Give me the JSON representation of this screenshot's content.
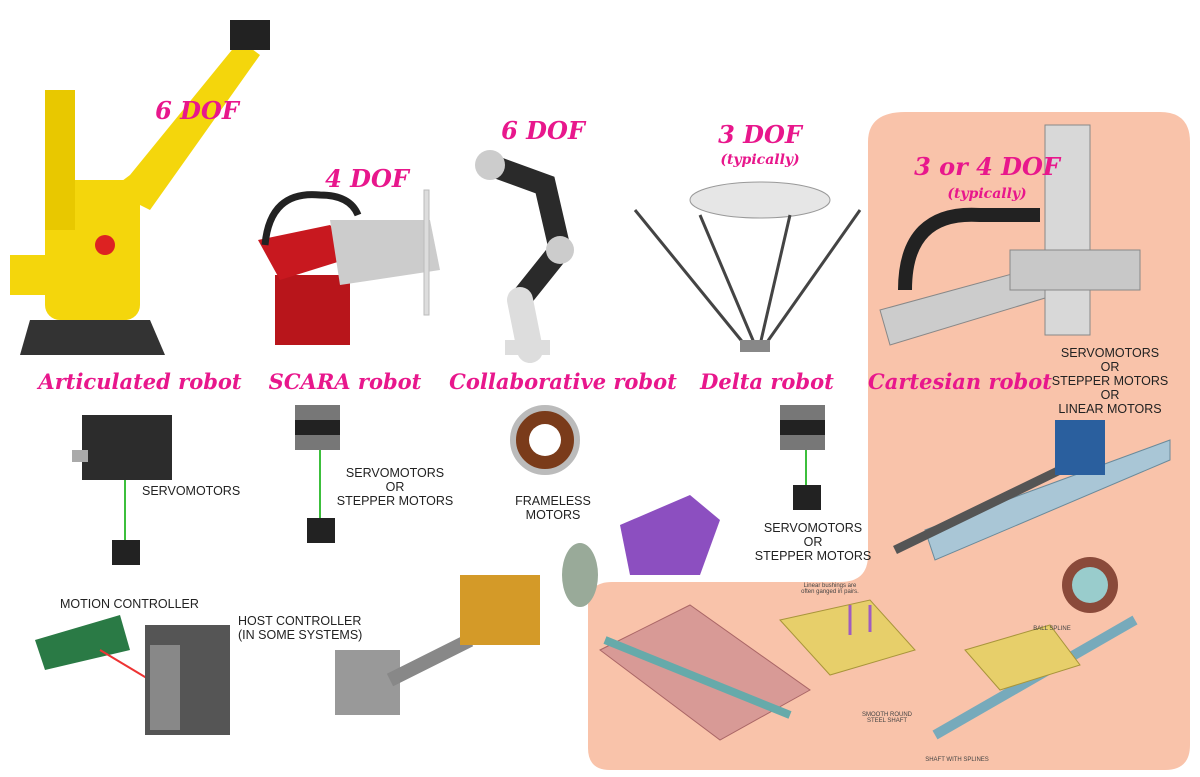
{
  "colors": {
    "accent": "#e8178c",
    "cartesian_region": "#f9c3aa",
    "wire": "#3cbf3c"
  },
  "robots": [
    {
      "name": "Articulated robot",
      "dof": "6 DOF",
      "dof_note": "",
      "motors": [
        "SERVOMOTORS"
      ]
    },
    {
      "name": "SCARA robot",
      "dof": "4 DOF",
      "dof_note": "",
      "motors": [
        "SERVOMOTORS",
        "OR",
        "STEPPER MOTORS"
      ]
    },
    {
      "name": "Collaborative robot",
      "dof": "6 DOF",
      "dof_note": "",
      "motors": [
        "FRAMELESS",
        "MOTORS"
      ]
    },
    {
      "name": "Delta robot",
      "dof": "3 DOF",
      "dof_note": "(typically)",
      "motors": [
        "SERVOMOTORS",
        "OR",
        "STEPPER MOTORS"
      ]
    },
    {
      "name": "Cartesian robot",
      "dof": "3 or 4 DOF",
      "dof_note": "(typically)",
      "motors": [
        "SERVOMOTORS",
        "OR",
        "STEPPER MOTORS",
        "OR",
        "LINEAR MOTORS"
      ]
    }
  ],
  "controllers": {
    "motion": "MOTION CONTROLLER",
    "host": [
      "HOST CONTROLLER",
      "(IN SOME SYSTEMS)"
    ]
  },
  "linear_components": {
    "bushing_note": [
      "Linear bushings are",
      "often ganged in pairs."
    ],
    "ball_spline": "BALL SPLINE",
    "smooth_shaft": [
      "SMOOTH ROUND",
      "STEEL SHAFT"
    ],
    "spline_shaft": "SHAFT WITH SPLINES"
  }
}
